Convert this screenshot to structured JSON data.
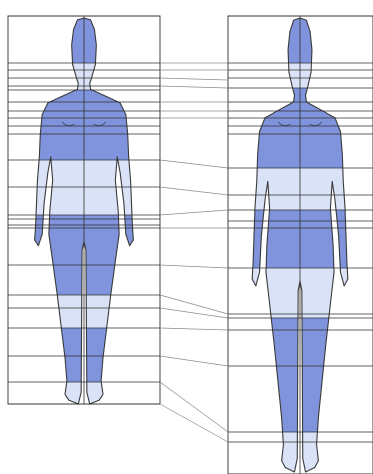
{
  "diagram": {
    "colors": {
      "background": "#ffffff",
      "outline": "#3a3a3a",
      "light_band": "#d9e2f6",
      "dark_band": "#7f94dc",
      "grid_line": "#2f2f2f",
      "connector_line": "#8a8a8a"
    },
    "figures": [
      {
        "id": "left-figure",
        "band_pattern": [
          "dark",
          "light",
          "dark",
          "light",
          "dark",
          "light",
          "dark",
          "light"
        ]
      },
      {
        "id": "right-figure",
        "band_pattern": [
          "dark",
          "light",
          "dark",
          "light",
          "dark",
          "light",
          "dark",
          "light"
        ]
      }
    ],
    "connector_count": 17
  }
}
